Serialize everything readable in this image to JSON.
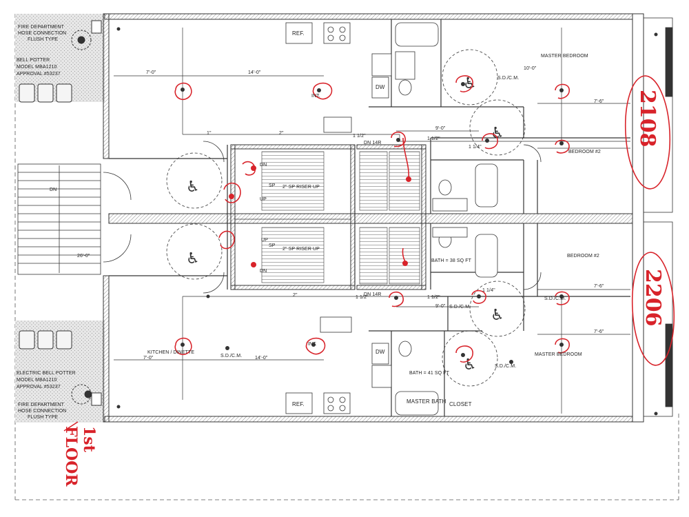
{
  "notes": {
    "fd_connection": [
      "FIRE DEPARTMENT",
      "HOSE CONNECTION",
      "FLUSH TYPE"
    ],
    "fd_connection_bottom": [
      "FIRE DEPARTMENT",
      "HOSE CONNECTION",
      "FLUSH TYPE"
    ],
    "bell_top": [
      "BELL POTTER",
      "MODEL MBA1210",
      "APPROVAL #53237"
    ],
    "bell_bottom": [
      "ELECTRIC BELL POTTER",
      "MODEL MBA1210",
      "APPROVAL #53237"
    ],
    "stair_dim": "26'-0\""
  },
  "rooms": {
    "ref_top": "REF.",
    "ref_bottom": "REF.",
    "dw_top": "DW",
    "dw_bottom": "DW",
    "master_bedroom_top": "MASTER BEDROOM",
    "master_bedroom_bottom": "MASTER BEDROOM",
    "bedroom2_top": "BEDROOM #2",
    "bedroom2_bottom": "BEDROOM #2",
    "kitchen_dinette": "KITCHEN / DINETTE",
    "master_bath": "MASTER BATH",
    "closet": "CLOSET",
    "bath_38": "BATH = 38 SQ FT",
    "bath_41": "BATH = 41 SQ FT"
  },
  "annotations": {
    "int_top": "INT.",
    "int_bottom": "INT.",
    "sdcm_top": "S.D./C.M.",
    "sdcm_bottom": "S.D./C.M.",
    "sdcm_bottom2": "S.D./C.M.",
    "sdcm_bottom3": "S.D./C.M.",
    "sp_riser_up_top": "2\" SP RISER UP",
    "sp_riser_up_bottom": "2\" SP RISER UP",
    "sp_tag": "SP",
    "up": "UP",
    "dn": "DN",
    "dn_14r_top": "DN 14R",
    "dn_14r_bottom": "DN 14R"
  },
  "dimensions": {
    "d_7_0": "7'-0\"",
    "d_14_0": "14'-0\"",
    "d_9_0": "9'-0\"",
    "d_7_6": "7'-6\"",
    "d_10_0": "10'-0\"",
    "d_1": "1\"",
    "d_2": "2\"",
    "d_1_5": "1 1/2\"",
    "d_1_25": "1 1/4\""
  },
  "handwritten": {
    "unit_top": "2108",
    "unit_bottom": "2206",
    "floor": "1st FLOOR"
  },
  "colors": {
    "ink": "#222222",
    "red_markup": "#d8232a",
    "hatch": "#cfcfcf"
  }
}
